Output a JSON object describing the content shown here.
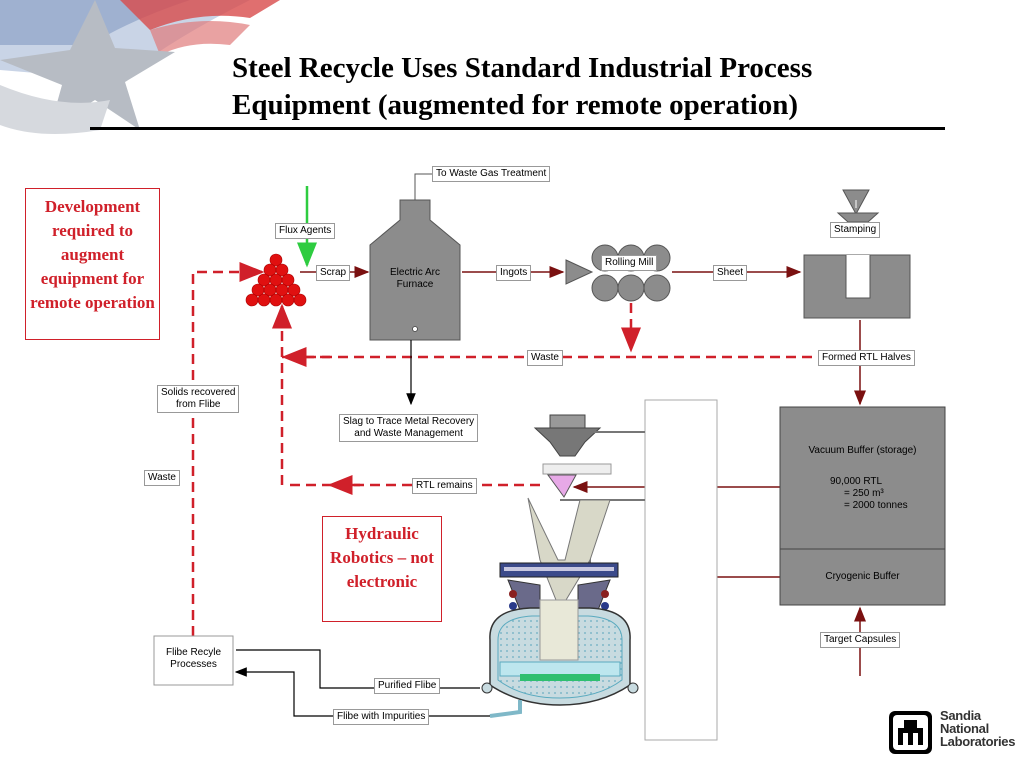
{
  "header": {
    "title_line1": "Steel Recycle Uses Standard Industrial Process",
    "title_line2": "Equipment (augmented for remote operation)"
  },
  "notes": {
    "development": "Development required to augment equipment for remote operation",
    "hydraulic": "Hydraulic Robotics – not electronic"
  },
  "labels": {
    "to_waste_gas": "To Waste Gas Treatment",
    "flux_agents": "Flux Agents",
    "scrap": "Scrap",
    "furnace_line1": "Electric Arc",
    "furnace_line2": "Furnace",
    "ingots": "Ingots",
    "rolling_mill": "Rolling Mill",
    "sheet": "Sheet",
    "stamping": "Stamping",
    "waste_top": "Waste",
    "formed_rtl": "Formed RTL Halves",
    "solids_line1": "Solids recovered",
    "solids_line2": "from Flibe",
    "slag_line1": "Slag to Trace Metal Recovery",
    "slag_line2": "and Waste Management",
    "waste_left": "Waste",
    "rtl_remains": "RTL remains",
    "vacuum_buffer": "Vacuum Buffer (storage)",
    "vb_line1": "90,000 RTL",
    "vb_line2": "= 250 m³",
    "vb_line3": "= 2000 tonnes",
    "cryogenic": "Cryogenic Buffer",
    "target_capsules": "Target Capsules",
    "flibe_line1": "Flibe Recyle",
    "flibe_line2": "Processes",
    "purified_flibe": "Purified Flibe",
    "flibe_impurities": "Flibe with Impurities"
  },
  "logo": {
    "line1": "Sandia",
    "line2": "National",
    "line3": "Laboratories"
  },
  "colors": {
    "dashed_red": "#d0202a",
    "flow_dark_red": "#7a1010",
    "equipment_gray": "#8c8c8c",
    "green_arrow": "#2ecc40",
    "ball_red": "#e01010"
  }
}
